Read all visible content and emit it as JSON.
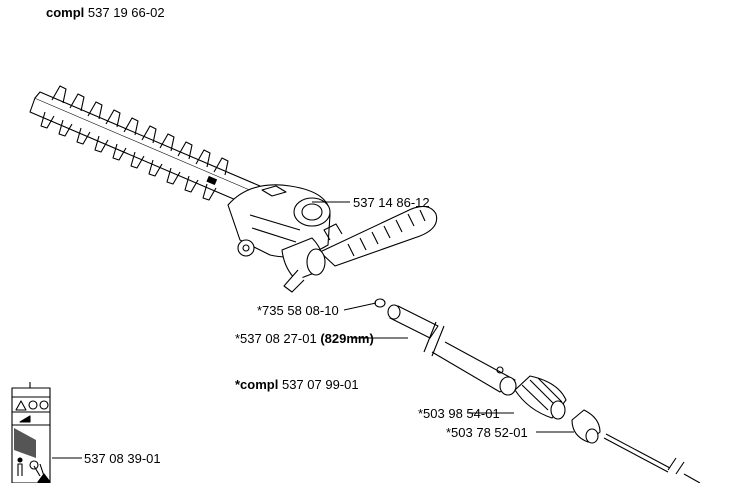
{
  "header": {
    "compl_word": "compl",
    "part_no": "537 19 66-02"
  },
  "callouts": [
    {
      "id": "gearbox",
      "text": "537 14 86-12"
    },
    {
      "id": "washer",
      "text": "*735 58 08-10"
    },
    {
      "id": "shaft_tube",
      "text": "*537 08 27-01",
      "bold_suffix": "(829mm)"
    },
    {
      "id": "compl_assembly",
      "prefix": "*compl",
      "text": "537 07 99-01"
    },
    {
      "id": "coupling",
      "text": "*503 98 54-01"
    },
    {
      "id": "sleeve",
      "text": "*503 78 52-01"
    },
    {
      "id": "decal",
      "text": "537 08 39-01"
    }
  ]
}
